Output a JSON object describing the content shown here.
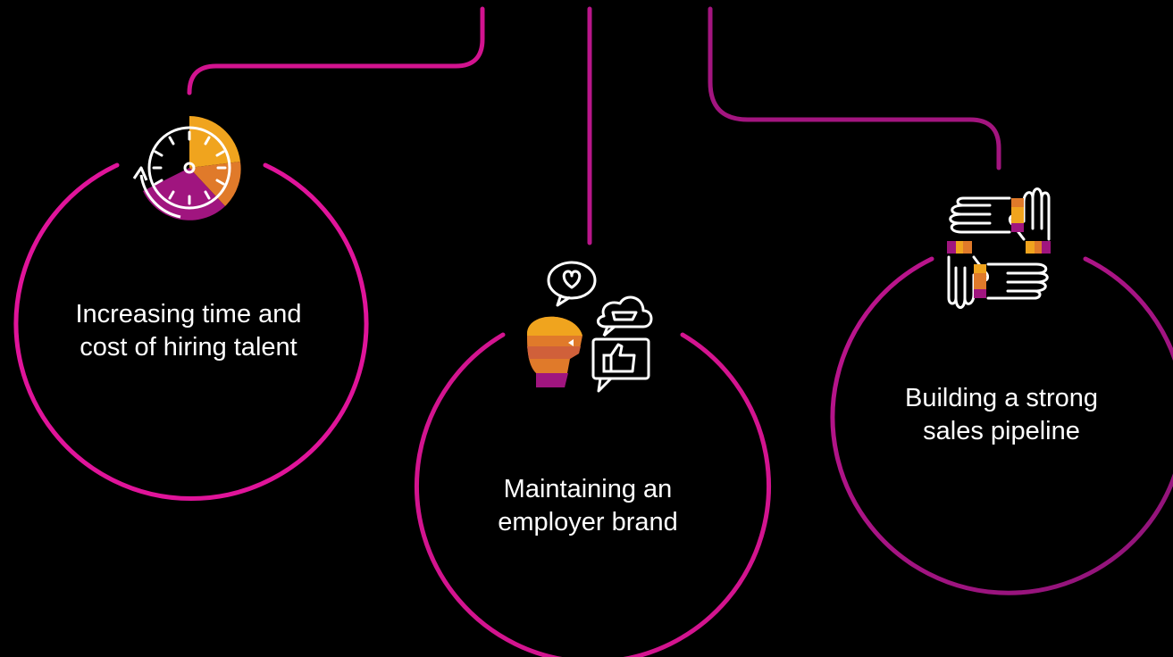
{
  "diagram": {
    "colors": {
      "background": "#000000",
      "magenta": "#e0149a",
      "purple": "#a0157f",
      "orange": "#f0a41e",
      "text": "#ffffff"
    },
    "nodes": [
      {
        "id": "hiring-cost",
        "icon": "clock-icon",
        "label_line1": "Increasing time and",
        "label_line2": "cost of hiring talent"
      },
      {
        "id": "employer-brand",
        "icon": "brand-reputation-icon",
        "label_line1": "Maintaining an",
        "label_line2": "employer brand"
      },
      {
        "id": "sales-pipeline",
        "icon": "linked-hands-icon",
        "label_line1": "Building a strong",
        "label_line2": "sales pipeline"
      }
    ]
  }
}
